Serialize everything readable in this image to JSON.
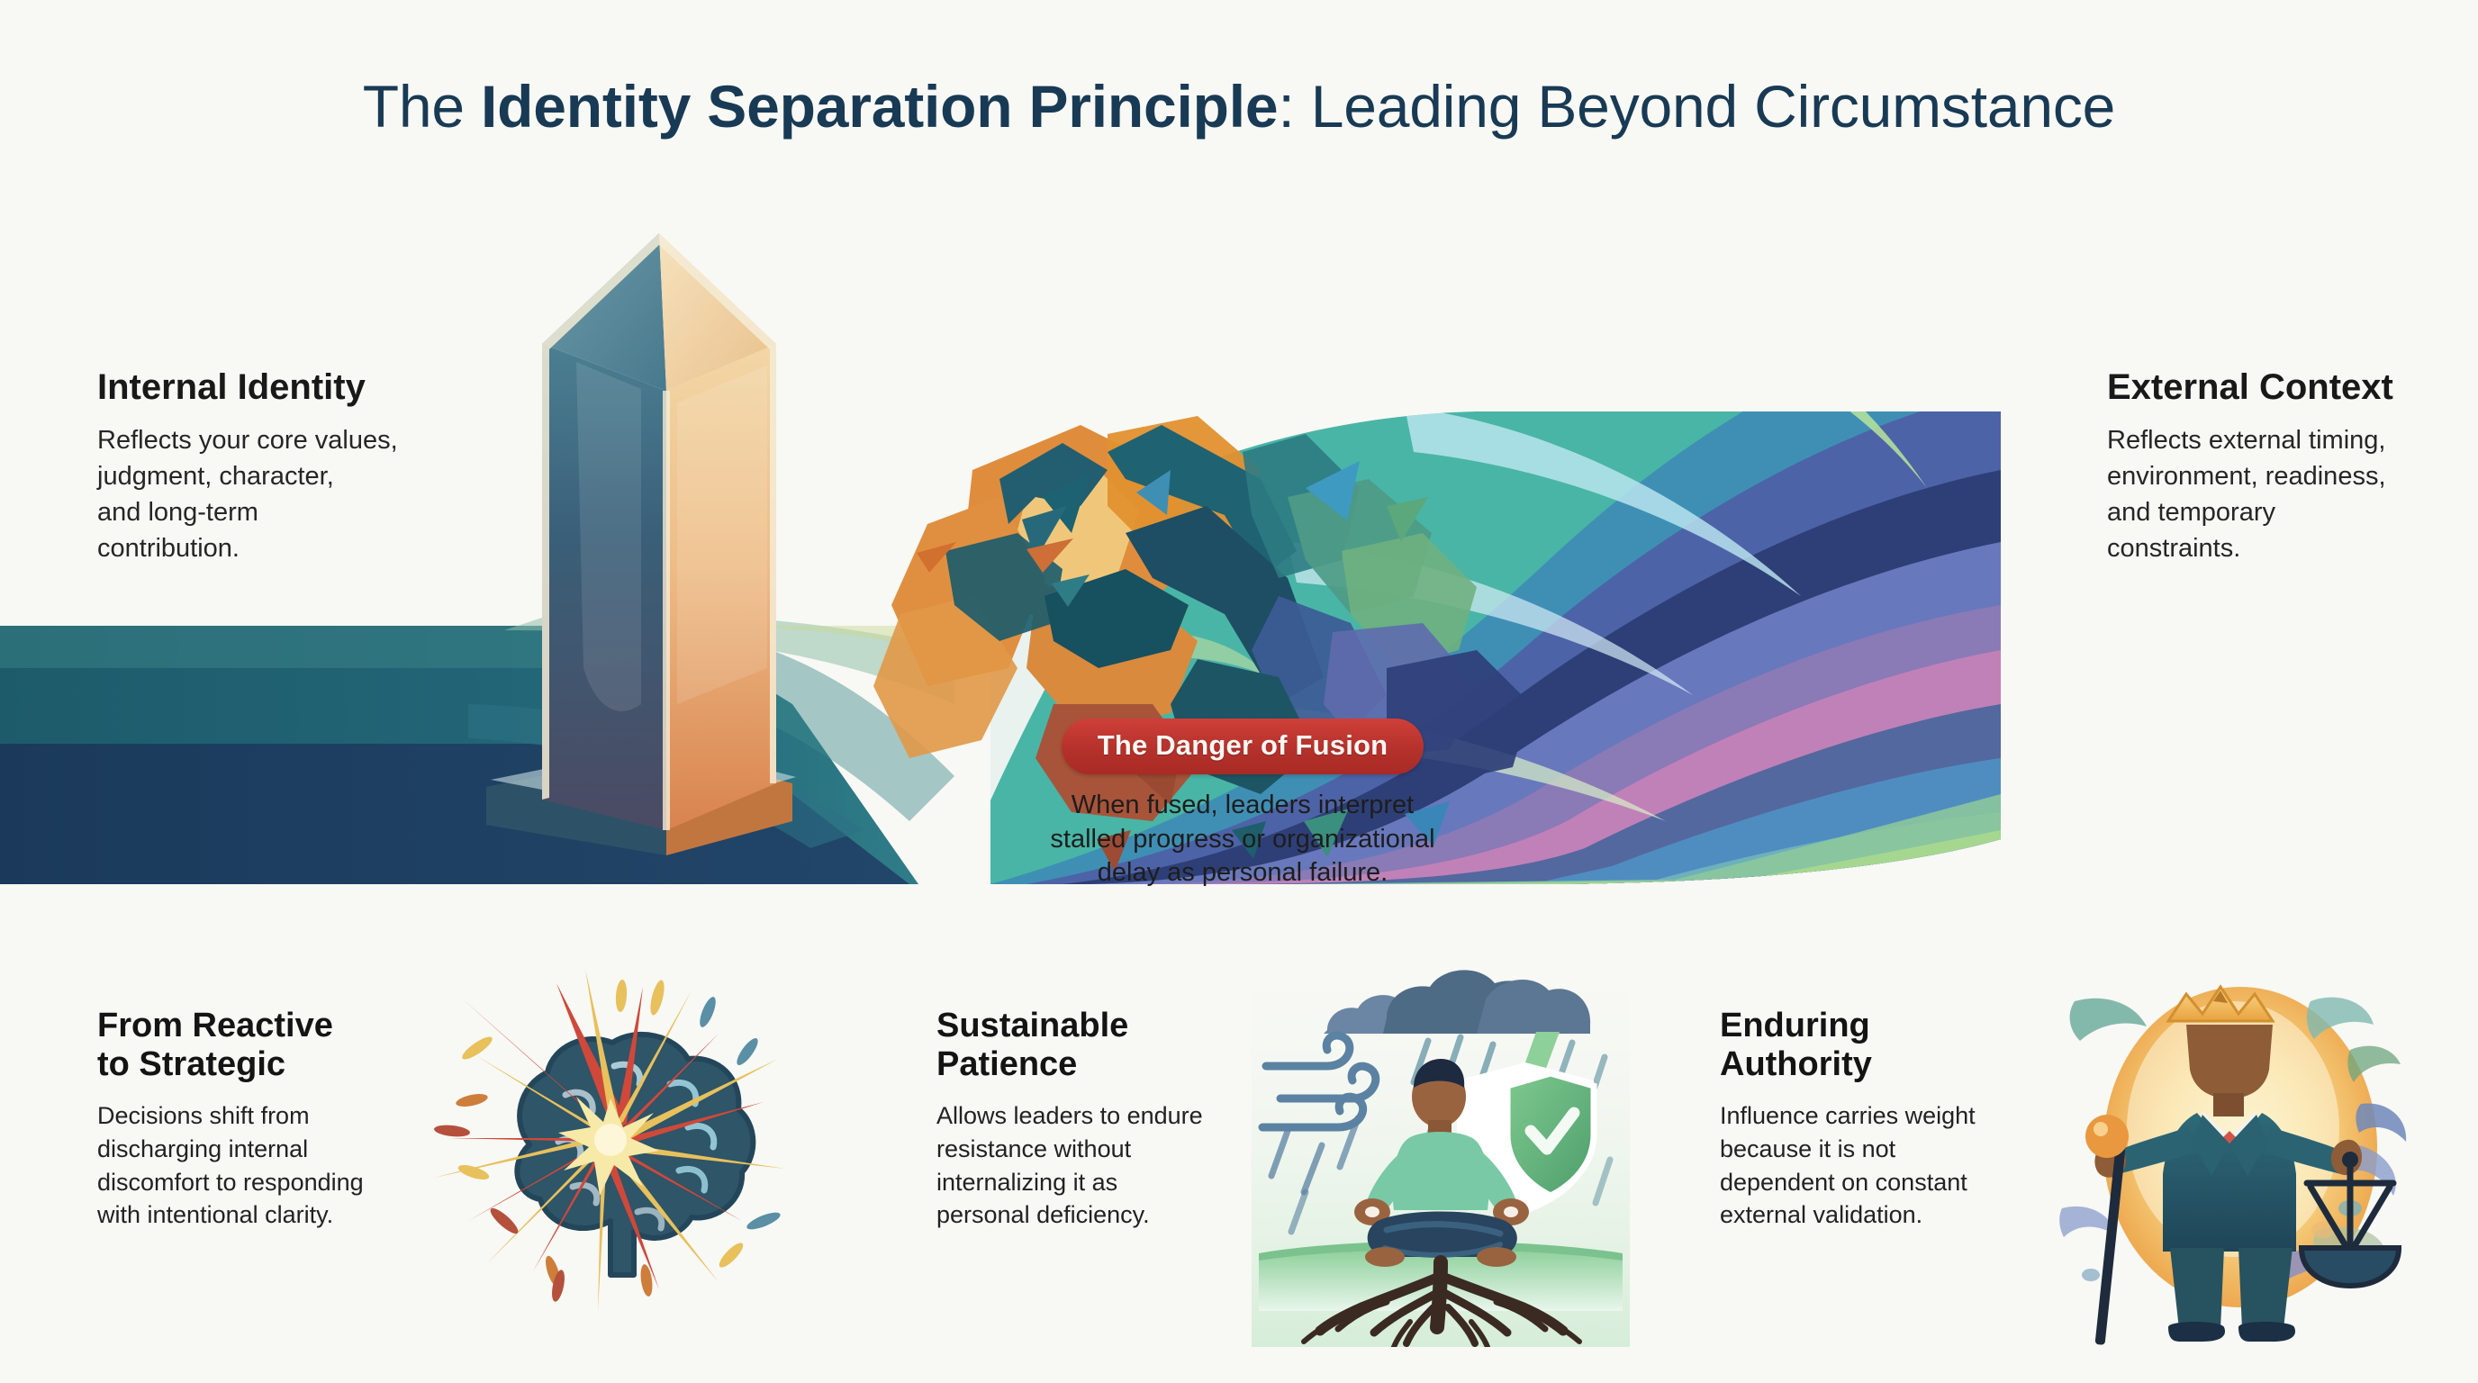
{
  "title": {
    "lead": "The ",
    "emphasis": "Identity Separation Principle",
    "tail": ": Leading Beyond Circumstance"
  },
  "blocks": {
    "internal": {
      "heading": "Internal Identity",
      "body": "Reflects your core values,\njudgment, character,\nand long-term\ncontribution."
    },
    "external": {
      "heading": "External Context",
      "body": "Reflects external timing,\nenvironment, readiness,\nand temporary\nconstraints."
    }
  },
  "fusion": {
    "badge_label": "The Danger of Fusion",
    "caption": "When fused, leaders interpret\nstalled progress or organizational\ndelay as personal failure.",
    "badge_color": "#b5312b",
    "badge_text_color": "#fdf6f3"
  },
  "cards": [
    {
      "heading": "From Reactive\nto Strategic",
      "body": "Decisions shift from\ndischarging internal\ndiscomfort to responding\nwith intentional clarity.",
      "icon": "brain-explosion-icon"
    },
    {
      "heading": "Sustainable\nPatience",
      "body": "Allows leaders to endure\nresistance without\ninternalizing it as\npersonal deficiency.",
      "icon": "rooted-meditator-storm-icon"
    },
    {
      "heading": "Enduring\nAuthority",
      "body": "Influence carries weight\nbecause it is not\ndependent on constant\nexternal validation.",
      "icon": "crowned-leader-scales-icon"
    }
  ],
  "illustration": {
    "monolith_label": "monolith-pillar",
    "shatter_label": "shattering-fragments",
    "waves_label": "flowing-wave-field",
    "colors": {
      "background": "#f8f8f4",
      "title_navy": "#183a55",
      "water_teal": "#1f5c6b",
      "water_navy": "#1d3b5c",
      "monolith_warm": "#e8b277",
      "monolith_cool": "#2f5e73",
      "shard_orange": "#df8d3d",
      "shard_teal": "#1f6272",
      "wave_blue": "#5f7fc0",
      "wave_purple": "#7a6ab0",
      "wave_pink": "#cf7fb5",
      "wave_green": "#7fc08a",
      "wave_mint": "#a9d98f"
    }
  }
}
